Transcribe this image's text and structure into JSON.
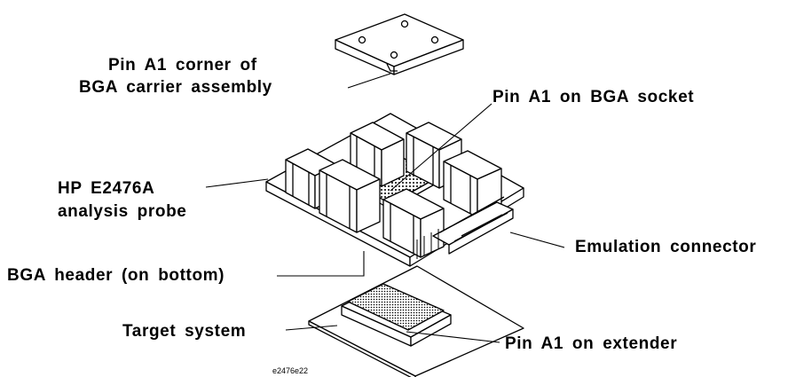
{
  "labels": {
    "pin_a1_corner_line1": "Pin A1 corner of",
    "pin_a1_corner_line2": "BGA carrier assembly",
    "pin_a1_socket": "Pin A1 on BGA socket",
    "hp_probe_line1": "HP E2476A",
    "hp_probe_line2": "analysis probe",
    "emulation_connector": "Emulation connector",
    "bga_header": "BGA header (on bottom)",
    "target_system": "Target system",
    "pin_a1_extender": "Pin A1 on extender",
    "figure_id": "e2476e22"
  }
}
